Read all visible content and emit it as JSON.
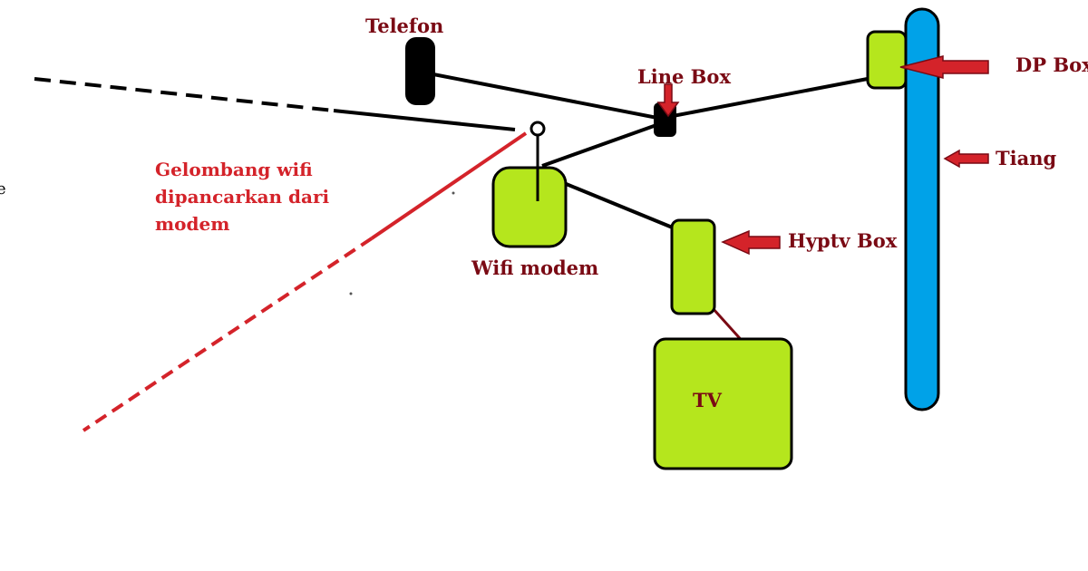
{
  "labels": {
    "telefon": "Telefon",
    "line_box": "Line Box",
    "dp_box": "DP Box",
    "tiang": "Tiang",
    "wifi_wave_line1": "Gelombang wifi",
    "wifi_wave_line2": "dipancarkan dari",
    "wifi_wave_line3": "modem",
    "wifi_modem": "Wifi modem",
    "hyptv_box": "Hyptv Box",
    "tv": "TV",
    "left_fragment": "e"
  },
  "colors": {
    "device_fill": "#b5e61d",
    "pole_fill": "#00a2e8",
    "label_dark_red": "#7a0a14",
    "label_red": "#d4232a",
    "arrow_red": "#d4232a",
    "outline": "#000000"
  },
  "icons": {
    "telefon": "phone-handset-icon",
    "line_box": "junction-box-icon",
    "wifi_modem": "router-icon",
    "antenna": "antenna-icon",
    "hyptv_box": "set-top-box-icon",
    "tv": "television-icon",
    "dp_box": "distribution-point-icon",
    "tiang": "pole-icon"
  }
}
